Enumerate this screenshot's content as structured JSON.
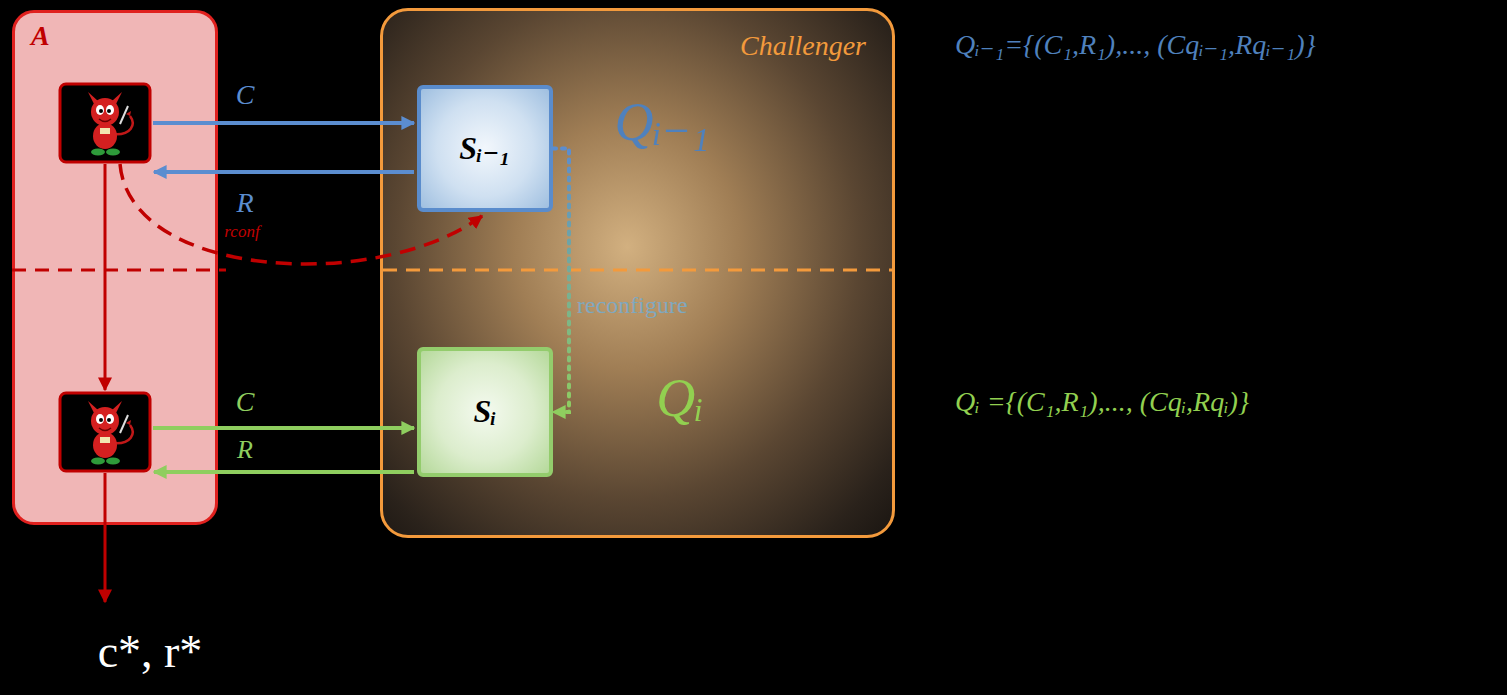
{
  "diagram": {
    "nodes": [
      {
        "text": [
          "A"
        ]
      },
      {
        "text": [
          "Challenger"
        ]
      },
      {
        "text": [
          "Sᵢ₋₁"
        ],
        "in": 1
      },
      {
        "text": [
          "Sᵢ"
        ],
        "in": 1
      }
    ],
    "edges": [
      {
        "from": 2,
        "to": 3,
        "arrow": "to",
        "label": "reconfigure"
      }
    ],
    "labels": [
      "C",
      "R",
      "rconf",
      "C",
      "R",
      "c*, r*",
      "Qᵢ₋₁",
      "Qᵢ",
      "Qᵢ₋₁={(C₁,R₁),..., (Cqᵢ₋₁,Rqᵢ₋₁)}",
      "Qᵢ ={(C₁,R₁),..., (Cqᵢ,Rqᵢ)}"
    ]
  }
}
